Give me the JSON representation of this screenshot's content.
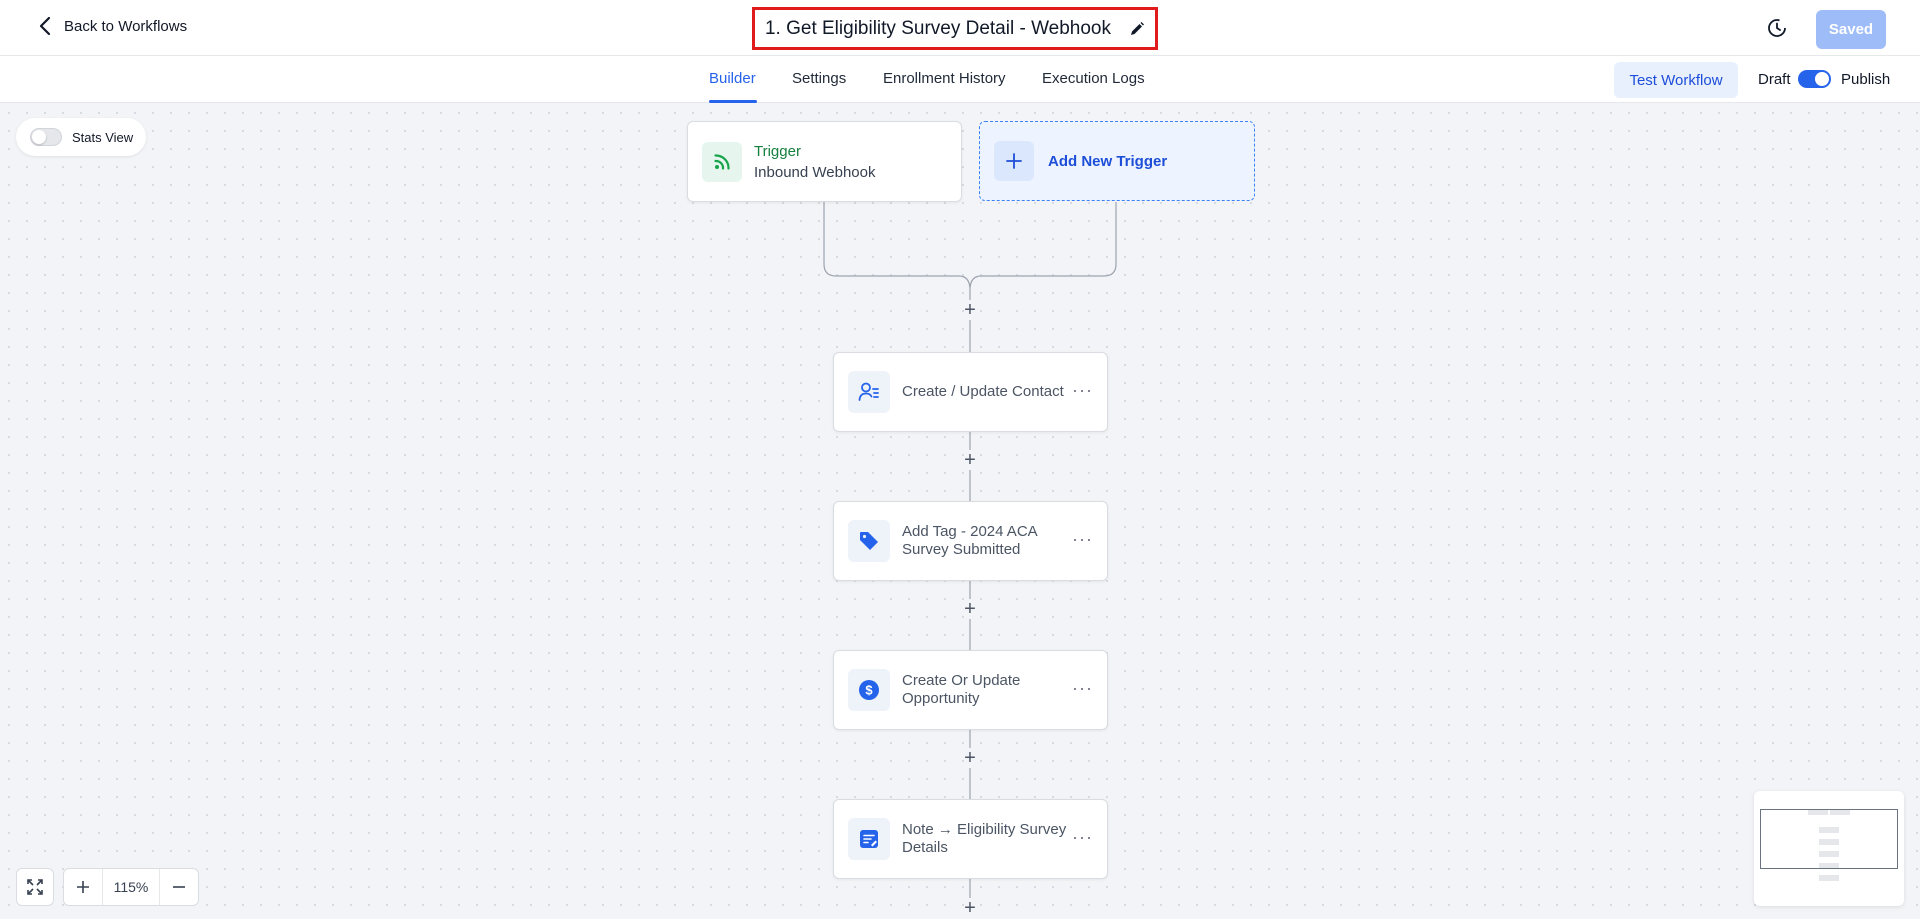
{
  "header": {
    "back_label": "Back to Workflows",
    "title": "1. Get Eligibility Survey Detail - Webhook",
    "saved_label": "Saved"
  },
  "tabs": [
    {
      "label": "Builder",
      "active": true
    },
    {
      "label": "Settings",
      "active": false
    },
    {
      "label": "Enrollment History",
      "active": false
    },
    {
      "label": "Execution Logs",
      "active": false
    }
  ],
  "toolbar": {
    "test_label": "Test Workflow",
    "draft_label": "Draft",
    "publish_label": "Publish",
    "publish_on": true
  },
  "canvas": {
    "stats_label": "Stats View",
    "stats_on": false,
    "trigger": {
      "title": "Trigger",
      "subtitle": "Inbound Webhook",
      "icon": "rss-icon"
    },
    "add_trigger_label": "Add New Trigger",
    "actions": [
      {
        "label": "Create / Update Contact",
        "icon": "contact-list-icon"
      },
      {
        "label": "Add Tag - 2024 ACA Survey Submitted",
        "icon": "tag-icon"
      },
      {
        "label": "Create Or Update Opportunity",
        "icon": "dollar-icon"
      },
      {
        "label": "Note → Eligibility Survey Details",
        "icon": "note-icon"
      }
    ],
    "zoom": "115%"
  },
  "colors": {
    "accent": "#2563eb",
    "trigger_green": "#15803d",
    "title_highlight": "#e01b1b",
    "saved_button": "#9ebcf7"
  }
}
